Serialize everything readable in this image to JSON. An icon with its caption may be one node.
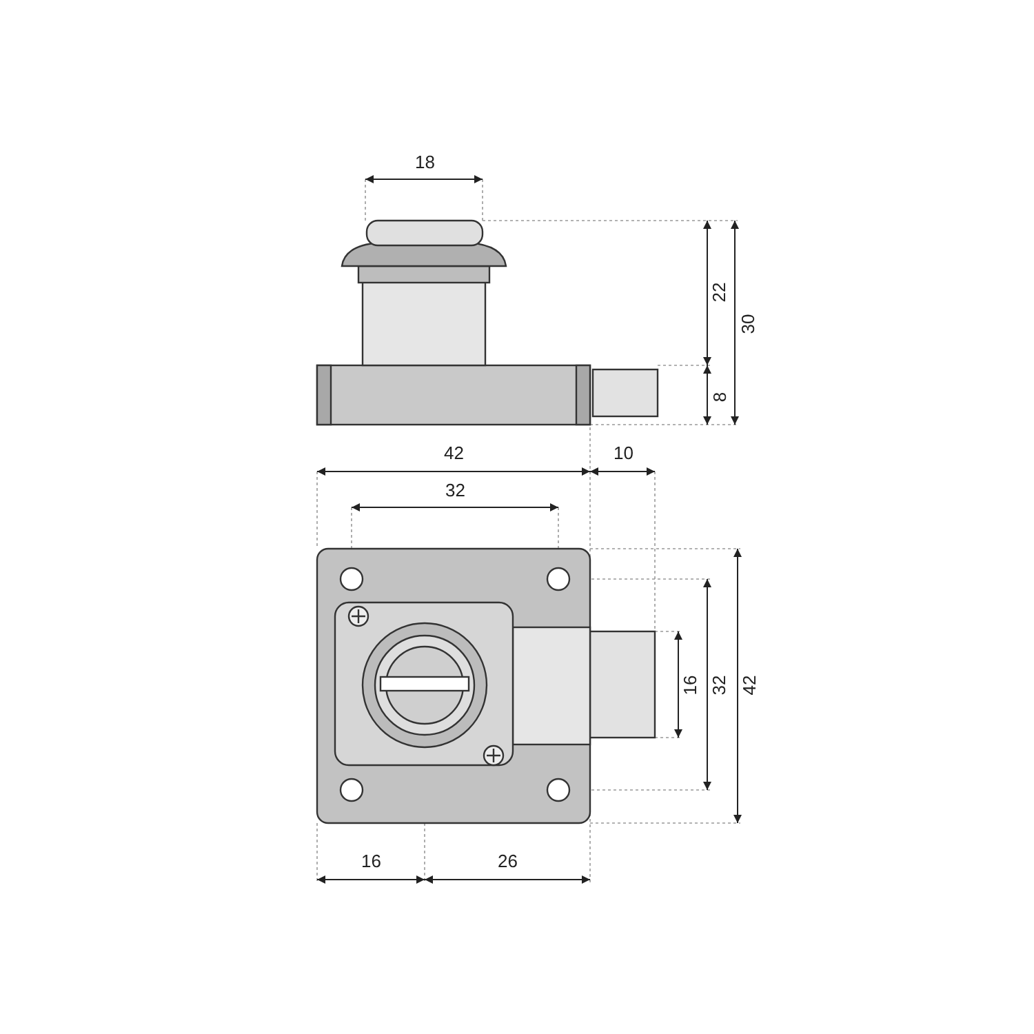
{
  "diagram": {
    "labels": [
      "18",
      "22",
      "30",
      "8",
      "42",
      "10",
      "32",
      "16",
      "32",
      "42",
      "16",
      "26"
    ]
  }
}
